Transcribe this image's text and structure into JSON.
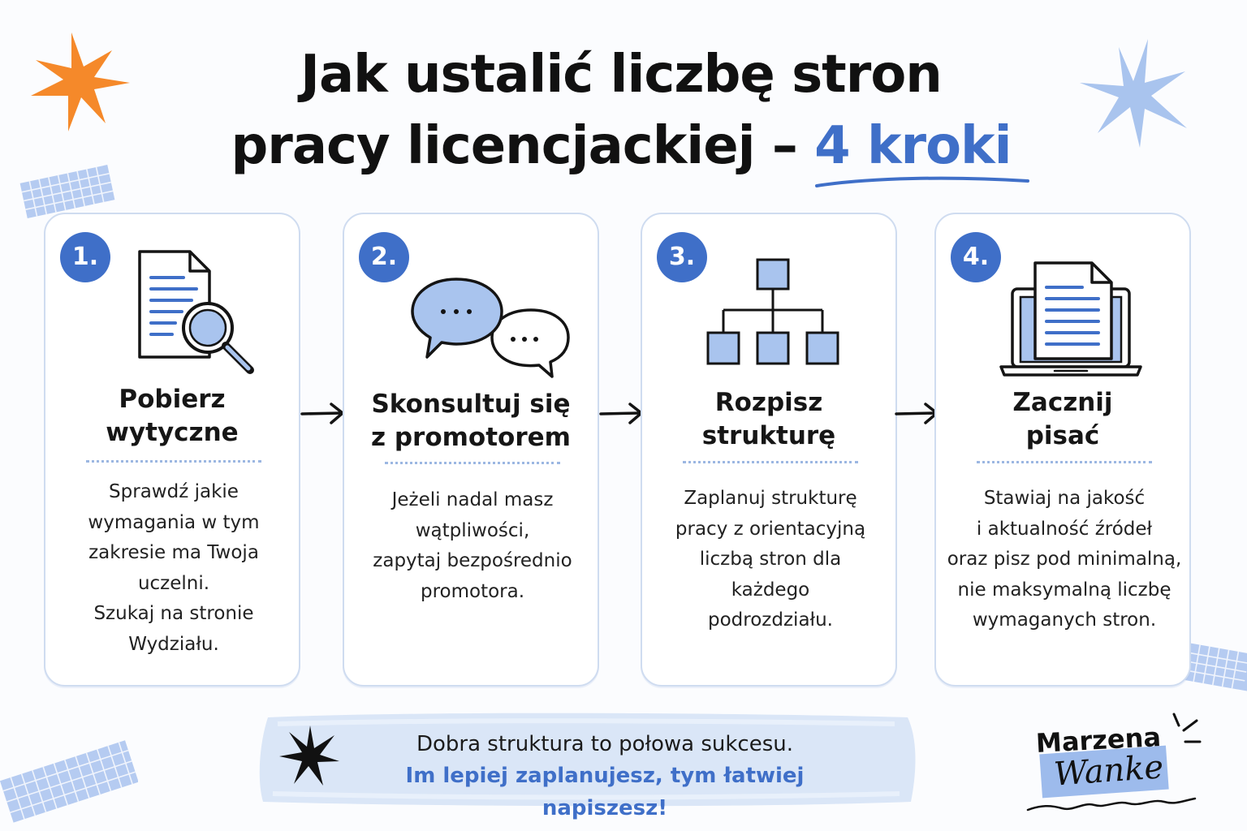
{
  "title": {
    "line1": "Jak ustalić liczbę stron",
    "line2_main": "pracy licencjackiej – ",
    "line2_accent": "4 kroki"
  },
  "steps": [
    {
      "number": "1.",
      "title_line1": "Pobierz",
      "title_line2": "wytyczne",
      "text": [
        "Sprawdź jakie",
        "wymagania w tym",
        "zakresie ma Twoja",
        "uczelni.",
        "Szukaj na stronie",
        "Wydziału."
      ],
      "icon": "document-search-icon"
    },
    {
      "number": "2.",
      "title_line1": "Skonsultuj się",
      "title_line2": "z promotorem",
      "text": [
        "Jeżeli nadal masz",
        "wątpliwości,",
        "zapytaj bezpośrednio",
        "promotora."
      ],
      "icon": "chat-bubbles-icon"
    },
    {
      "number": "3.",
      "title_line1": "Rozpisz",
      "title_line2": "strukturę",
      "text": [
        "Zaplanuj strukturę",
        "pracy z orientacyjną",
        "liczbą stron dla",
        "każdego",
        "podrozdziału."
      ],
      "icon": "hierarchy-icon"
    },
    {
      "number": "4.",
      "title_line1": "Zacznij",
      "title_line2": "pisać",
      "text": [
        "Stawiaj na jakość",
        "i aktualność źródeł",
        "oraz pisz pod minimalną,",
        "nie maksymalną liczbę",
        "wymaganych stron."
      ],
      "icon": "laptop-document-icon"
    }
  ],
  "banner": {
    "line1": "Dobra struktura to połowa sukcesu.",
    "line2": "Im lepiej zaplanujesz, tym łatwiej napiszesz!"
  },
  "logo": {
    "line1": "Marzena",
    "line2": "Wanke"
  },
  "colors": {
    "accent": "#3f6fc8",
    "light_blue": "#a9c4ee",
    "orange": "#f5892a",
    "card_border": "#cfdcf0"
  }
}
